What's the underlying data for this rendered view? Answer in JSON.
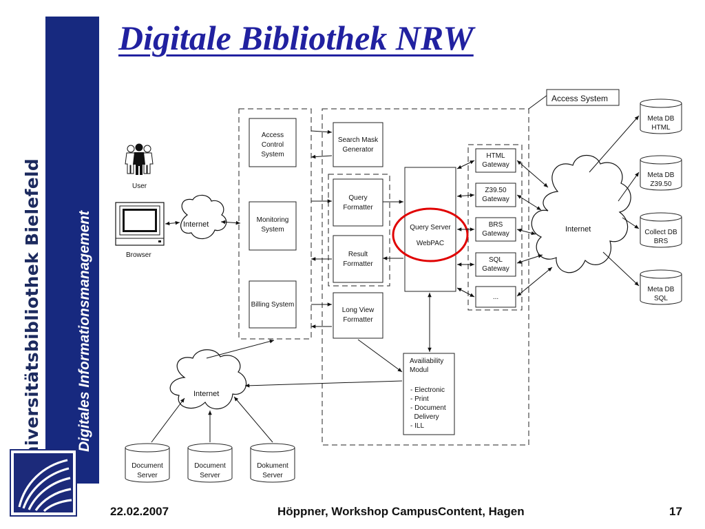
{
  "slide": {
    "title": "Digitale Bibliothek NRW",
    "sidebar_university": "Universitätsbibliothek Bielefeld",
    "sidebar_unit": "Digitales  Informationsmanagement",
    "colors": {
      "title": "#2121a0",
      "sidebar_panel": "#17297f",
      "highlight_circle": "#e00000"
    }
  },
  "diagram": {
    "access_system": "Access System",
    "user": "User",
    "browser": "Browser",
    "internet_left": "Internet",
    "internet_right": "Internet",
    "internet_bottom": "Internet",
    "access_control": [
      "Access",
      "Control",
      "System"
    ],
    "monitoring": [
      "Monitoring",
      "System"
    ],
    "billing": [
      "Billing System"
    ],
    "search_mask": [
      "Search Mask",
      "Generator"
    ],
    "query_formatter": [
      "Query",
      "Formatter"
    ],
    "result_formatter": [
      "Result",
      "Formatter"
    ],
    "long_view": [
      "Long View",
      "Formatter"
    ],
    "query_server": "Query Server",
    "webpac": "WebPAC",
    "gateways": [
      [
        "HTML",
        "Gateway"
      ],
      [
        "Z39.50",
        "Gateway"
      ],
      [
        "BRS",
        "Gateway"
      ],
      [
        "SQL",
        "Gateway"
      ],
      [
        "..."
      ]
    ],
    "databases": [
      [
        "Meta DB",
        "HTML"
      ],
      [
        "Meta DB",
        "Z39.50"
      ],
      [
        "Collect DB",
        "BRS"
      ],
      [
        "Meta DB",
        "SQL"
      ]
    ],
    "availability": [
      "Availiability",
      "Modul",
      "",
      "- Electronic",
      "- Print",
      "- Document",
      "  Delivery",
      "- ILL"
    ],
    "servers": [
      [
        "Document",
        "Server"
      ],
      [
        "Document",
        "Server"
      ],
      [
        "Dokument",
        "Server"
      ]
    ]
  },
  "footer": {
    "date": "22.02.2007",
    "center": "Höppner, Workshop CampusContent, Hagen",
    "page": "17"
  }
}
